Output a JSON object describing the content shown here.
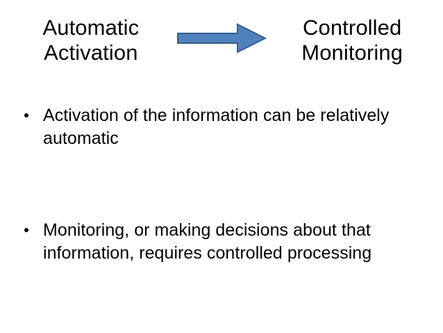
{
  "slide": {
    "background_color": "#FFFFFF",
    "text_color": "#000000",
    "header": {
      "left": {
        "line1": "Automatic",
        "line2": "Activation"
      },
      "arrow": {
        "icon_name": "right-block-arrow-icon",
        "fill_color": "#4F81BD",
        "border_color": "#385D8A",
        "direction": "right"
      },
      "right": {
        "line1": "Controlled",
        "line2": "Monitoring"
      }
    },
    "bullets": [
      {
        "marker": "•",
        "text": "Activation of the information can be relatively automatic"
      },
      {
        "marker": "•",
        "text": "Monitoring, or making decisions about that information, requires controlled processing"
      }
    ]
  }
}
